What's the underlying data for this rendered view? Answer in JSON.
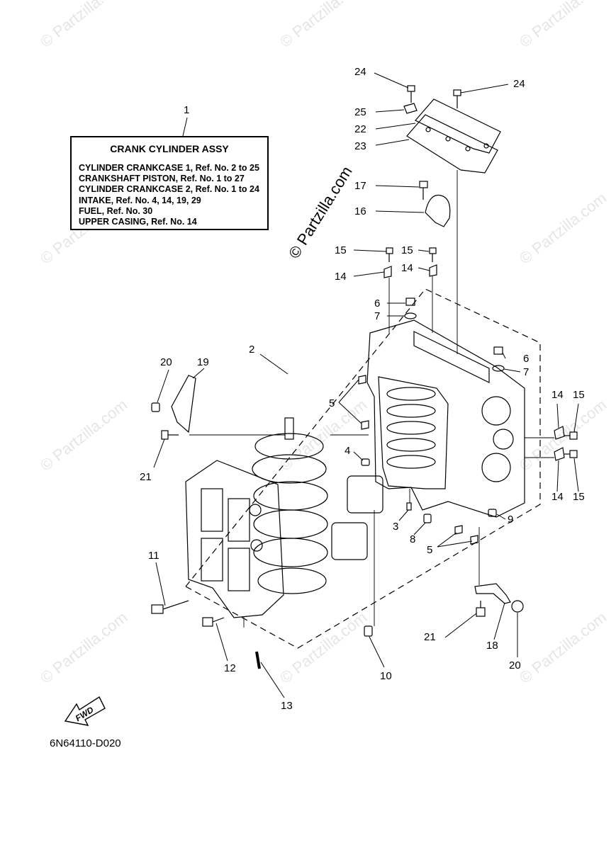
{
  "legend": {
    "title": "CRANK CYLINDER ASSY",
    "lines": [
      "CYLINDER CRANKCASE 1,  Ref. No. 2 to 25",
      "CRANKSHAFT PISTON,  Ref. No. 1 to 27",
      "CYLINDER CRANKCASE 2,  Ref. No. 1 to 24",
      "INTAKE,   Ref. No. 4, 14, 19, 29",
      "FUEL,  Ref. No. 30",
      "UPPER CASING,  Ref. No. 14"
    ]
  },
  "diagram_code": "6N64110-D020",
  "fwd_label": "FWD",
  "watermark": "© Partzilla.com",
  "callouts": {
    "c1": "1",
    "c2": "2",
    "c3": "3",
    "c4": "4",
    "c5a": "5",
    "c5b": "5",
    "c6a": "6",
    "c6b": "6",
    "c7a": "7",
    "c7b": "7",
    "c8": "8",
    "c9": "9",
    "c10": "10",
    "c11": "11",
    "c12": "12",
    "c13": "13",
    "c14a": "14",
    "c14b": "14",
    "c14c": "14",
    "c14d": "14",
    "c15a": "15",
    "c15b": "15",
    "c15c": "15",
    "c15d": "15",
    "c16": "16",
    "c17": "17",
    "c18": "18",
    "c19": "19",
    "c20a": "20",
    "c20b": "20",
    "c21a": "21",
    "c21b": "21",
    "c22": "22",
    "c23": "23",
    "c24a": "24",
    "c24b": "24",
    "c25": "25"
  }
}
